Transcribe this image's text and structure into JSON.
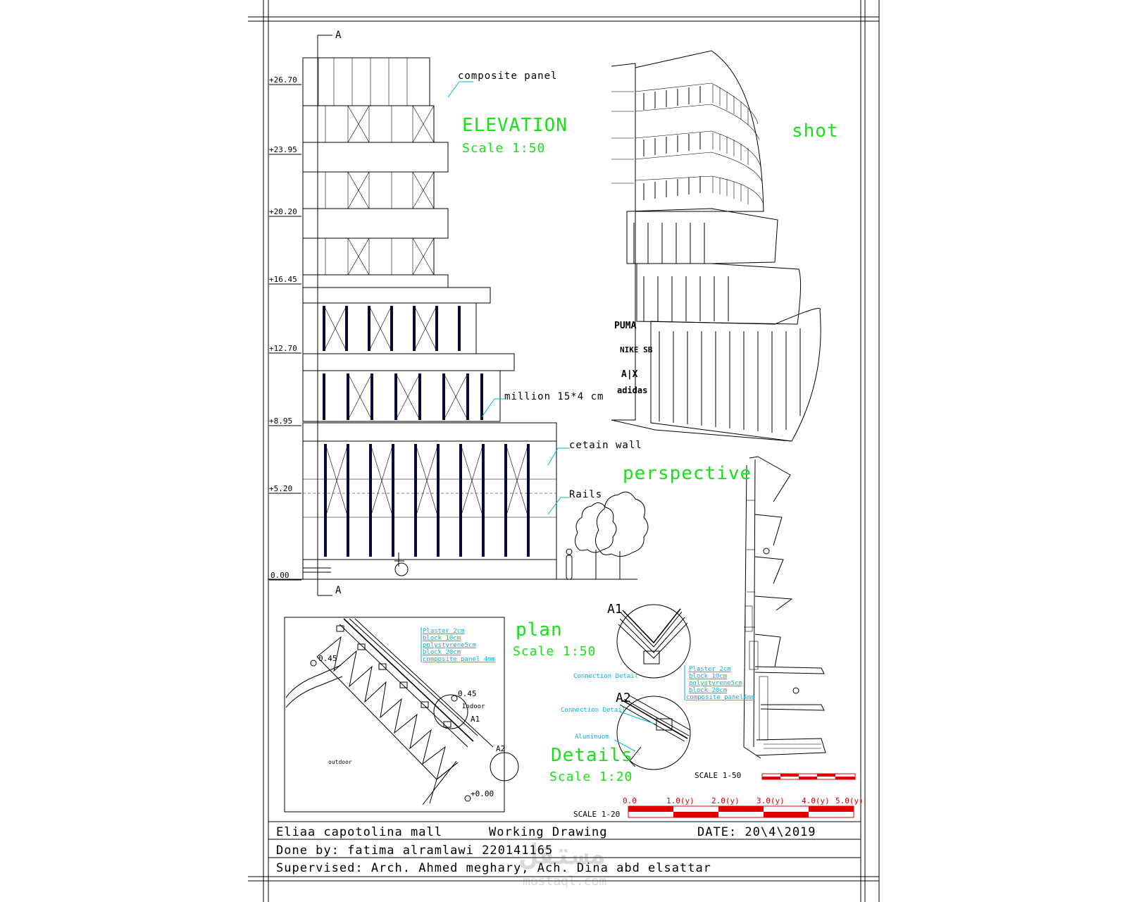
{
  "section_marker": "A",
  "elevation": {
    "title": "ELEVATION",
    "scale": "Scale  1:50",
    "levels": [
      "+26.70",
      "+23.95",
      "+20.20",
      "+16.45",
      "+12.70",
      "+8.95",
      "+5.20",
      "0.00"
    ],
    "callouts": {
      "composite_panel": "composite  panel",
      "million": "million  15*4  cm",
      "curtain_wall": "cetain  wall",
      "rails": "Rails"
    }
  },
  "shot_label": "shot",
  "perspective_label": "perspective",
  "brand_logos": [
    "PUMA",
    "NIKE SB",
    "A|X",
    "adidas"
  ],
  "plan": {
    "title": "plan",
    "scale": "Scale  1:50",
    "layers": [
      "Plaster  2cm",
      "block  10cm",
      "polystyrene5cm",
      "block  20cm",
      "composite  panel  4mm"
    ],
    "levels": [
      "0.45",
      "0.45",
      "+0.00"
    ],
    "labels": {
      "indoor": "Indoor",
      "outdoor": "outdoor",
      "a1": "A1",
      "a2": "A2"
    }
  },
  "details": {
    "title": "Details",
    "scale": "Scale  1:20",
    "a1": "A1",
    "a2": "A2",
    "connection_detail_1": "Connection Detail",
    "connection_detail_2": "Connection Detail",
    "aluminum": "Aluminuom",
    "layers": [
      "Plaster  2cm",
      "block  10cm",
      "polystyrene5cm",
      "block  20cm",
      "composite  panel4mm"
    ]
  },
  "scale_bars": {
    "bar_50_label": "SCALE  1-50",
    "bar_20_label": "SCALE  1-20",
    "bar_20_ticks": [
      "0.0",
      "1.0(y)",
      "2.0(y)",
      "3.0(y)",
      "4.0(y)",
      "5.0(y)"
    ]
  },
  "title_block": {
    "project": "Eliaa  capotolina  mall",
    "drawing_type": "Working  Drawing",
    "date": "DATE:  20\\4\\2019",
    "done_by": "Done  by: fatima  alramlawi  220141165",
    "supervised": "Supervised:  Arch.  Ahmed  meghary,  Ach.  Dina  abd  elsattar"
  },
  "watermark": {
    "arabic": "مستقل",
    "latin": "mostaql.com"
  },
  "colors": {
    "label_green": "#19e019",
    "annotation_cyan": "#00b5d8",
    "scale_red": "#e00000",
    "mullion_navy": "#0a0a3a"
  }
}
